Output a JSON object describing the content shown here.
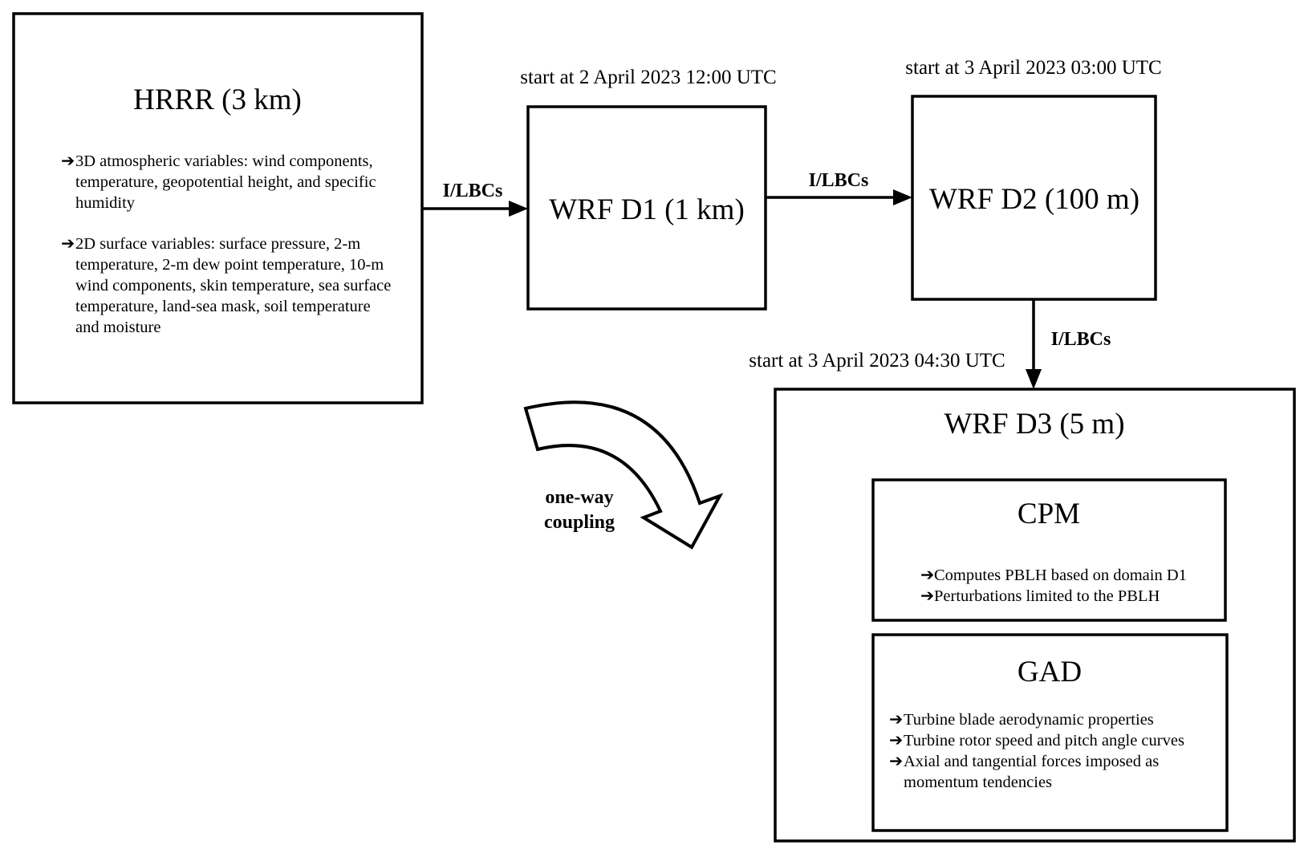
{
  "bullet_glyph": "➔",
  "hrrr": {
    "title": "HRRR (3 km)",
    "bullets": [
      [
        "3D atmospheric variables: wind components,",
        "temperature, geopotential height, and specific",
        "humidity"
      ],
      [
        "2D surface variables: surface pressure, 2-m",
        "temperature, 2-m dew point temperature, 10-m",
        "wind components, skin temperature, sea surface",
        "temperature, land-sea mask, soil temperature",
        "and moisture"
      ]
    ]
  },
  "d1": {
    "title": "WRF D1 (1 km)",
    "start_label": "start at 2 April 2023 12:00 UTC"
  },
  "d2": {
    "title": "WRF D2 (100 m)",
    "start_label": "start at 3 April 2023 03:00 UTC"
  },
  "d3": {
    "title": "WRF D3 (5 m)",
    "start_label": "start at 3 April 2023 04:30 UTC",
    "cpm": {
      "title": "CPM",
      "bullets": [
        [
          "Computes PBLH based on domain D1"
        ],
        [
          "Perturbations limited to the PBLH"
        ]
      ]
    },
    "gad": {
      "title": "GAD",
      "bullets": [
        [
          "Turbine blade aerodynamic properties"
        ],
        [
          "Turbine rotor speed and pitch angle curves"
        ],
        [
          "Axial and tangential forces imposed as",
          "momentum tendencies"
        ]
      ]
    }
  },
  "edges": {
    "hrrr_to_d1": "I/LBCs",
    "d1_to_d2": "I/LBCs",
    "d2_to_d3": "I/LBCs"
  },
  "coupling": {
    "lines": [
      "one-way",
      "coupling"
    ]
  }
}
